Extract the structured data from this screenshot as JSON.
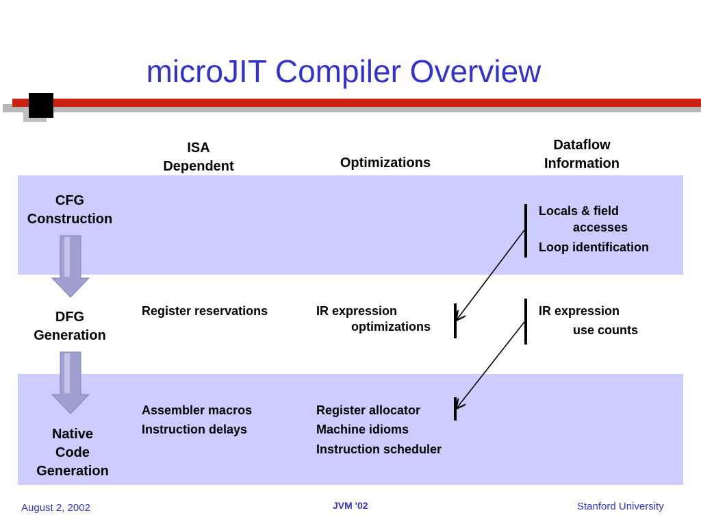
{
  "title": "microJIT Compiler Overview",
  "columns": {
    "isa": [
      "ISA",
      "Dependent"
    ],
    "optimizations": "Optimizations",
    "dataflow": [
      "Dataflow",
      "Information"
    ]
  },
  "stages": {
    "cfg": [
      "CFG",
      "Construction"
    ],
    "dfg": [
      "DFG",
      "Generation"
    ],
    "native": [
      "Native",
      "Code",
      "Generation"
    ]
  },
  "rows": {
    "cfg": {
      "dataflow": [
        "Locals & field",
        "accesses",
        "Loop identification"
      ]
    },
    "dfg": {
      "isa": "Register reservations",
      "optimizations": [
        "IR expression",
        "optimizations"
      ],
      "dataflow": [
        "IR expression",
        "use counts"
      ]
    },
    "native": {
      "isa": [
        "Assembler macros",
        "Instruction delays"
      ],
      "optimizations": [
        "Register allocator",
        "Machine idioms",
        "Instruction scheduler"
      ]
    }
  },
  "footer": {
    "date": "August 2, 2002",
    "conference": "JVM '02",
    "org": "Stanford University"
  },
  "colors": {
    "title": "#3333cc",
    "band": "#ccccff",
    "rule_red": "#cc2211",
    "rule_gray": "#b0b0b0",
    "arrow": "#a0a0d0"
  }
}
